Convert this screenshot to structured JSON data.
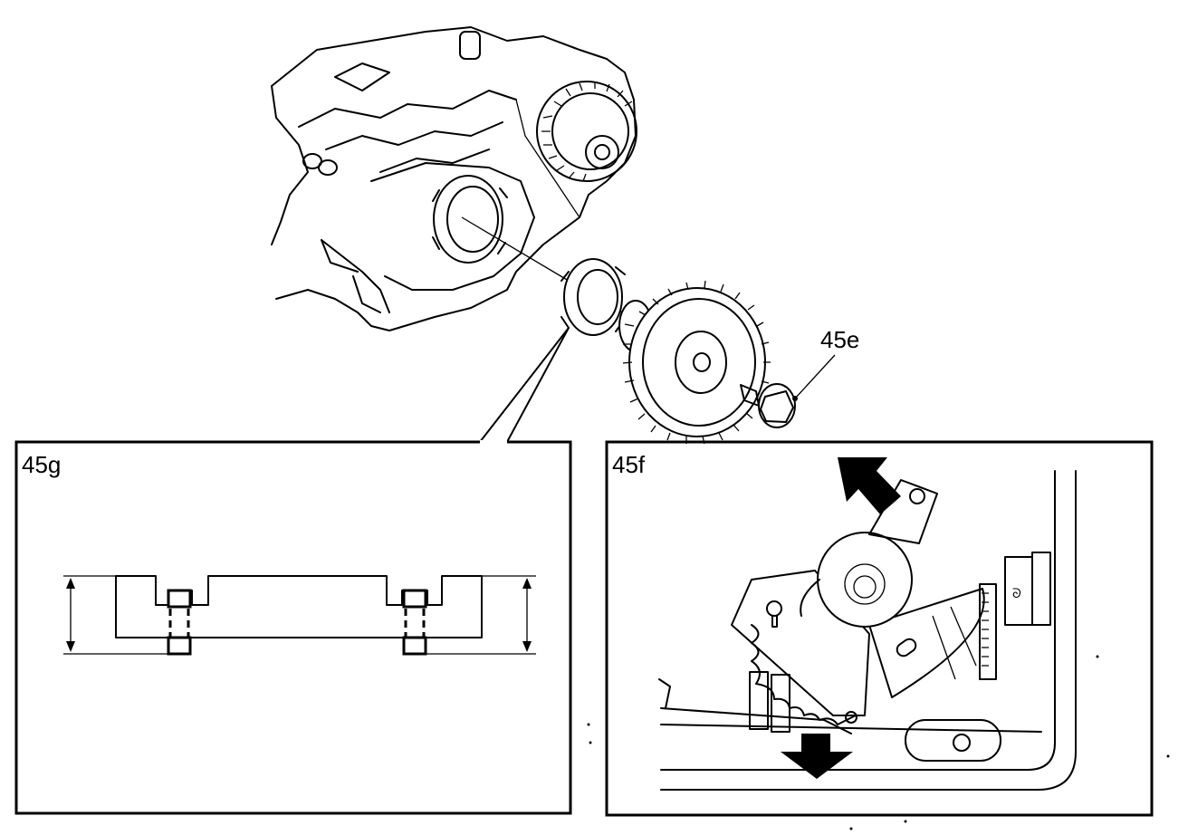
{
  "callouts": {
    "bolt": "45e",
    "inset_left": "45g",
    "inset_right": "45f"
  },
  "colors": {
    "ink": "#000000",
    "paper": "#ffffff"
  },
  "icons": {
    "direction_up": "arrow-up-left-icon",
    "direction_down": "arrow-down-icon"
  }
}
